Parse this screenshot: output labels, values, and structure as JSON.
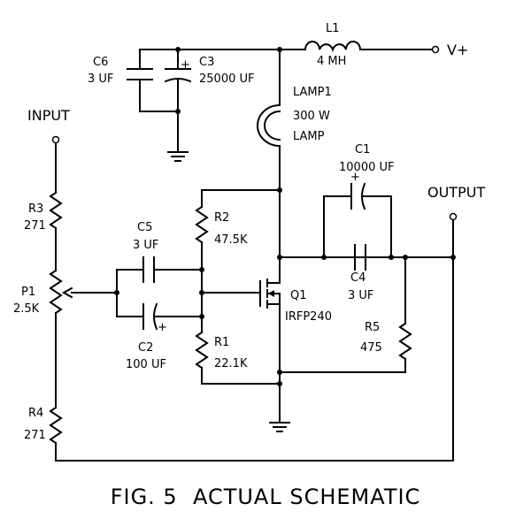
{
  "caption": "FIG. 5  ACTUAL SCHEMATIC",
  "terminals": {
    "input": "INPUT",
    "output": "OUTPUT",
    "vplus": "V+"
  },
  "components": {
    "l1": {
      "ref": "L1",
      "value": "4 MH"
    },
    "c6": {
      "ref": "C6",
      "value": "3 UF"
    },
    "c3": {
      "ref": "C3",
      "value": "25000 UF",
      "polarity": "+"
    },
    "lamp1": {
      "ref": "LAMP1",
      "value": "300 W",
      "type": "LAMP"
    },
    "c1": {
      "ref": "C1",
      "value": "10000 UF",
      "polarity": "+"
    },
    "r3": {
      "ref": "R3",
      "value": "271"
    },
    "p1": {
      "ref": "P1",
      "value": "2.5K"
    },
    "r4": {
      "ref": "R4",
      "value": "271"
    },
    "c5": {
      "ref": "C5",
      "value": "3 UF"
    },
    "c2": {
      "ref": "C2",
      "value": "100 UF",
      "polarity": "+"
    },
    "r2": {
      "ref": "R2",
      "value": "47.5K"
    },
    "r1": {
      "ref": "R1",
      "value": "22.1K"
    },
    "q1": {
      "ref": "Q1",
      "value": "IRFP240"
    },
    "c4": {
      "ref": "C4",
      "value": "3 UF"
    },
    "r5": {
      "ref": "R5",
      "value": "475"
    }
  }
}
